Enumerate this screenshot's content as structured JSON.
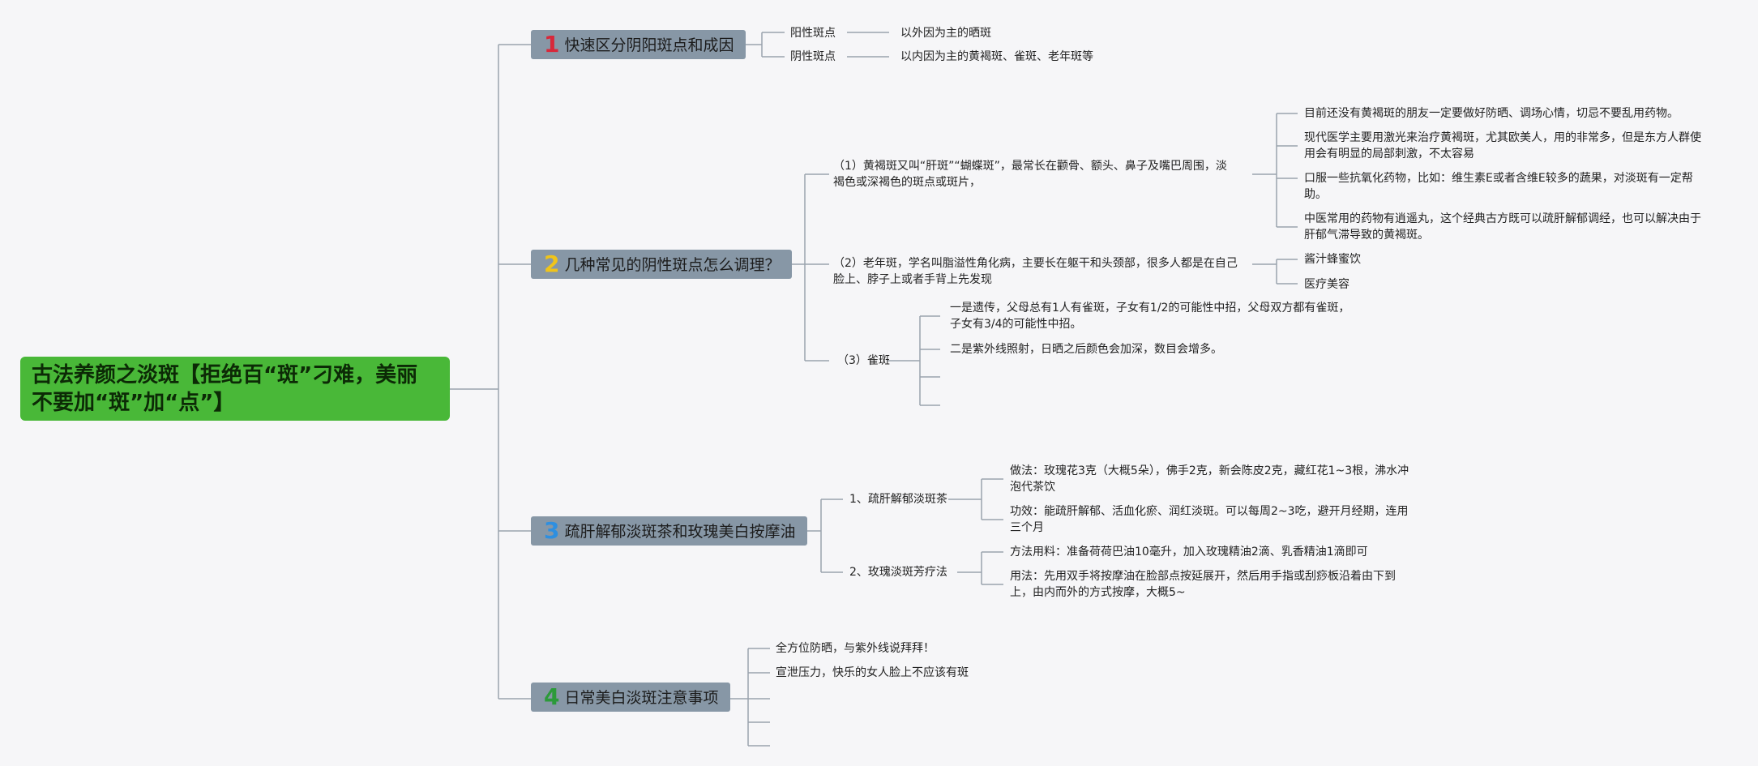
{
  "root": {
    "title": "古法养颜之淡斑【拒绝百“斑”刁难，美丽不要加“斑”加“点”】",
    "color": "#49b838"
  },
  "branches": [
    {
      "num": "1",
      "num_color": "#d8283a",
      "label": "快速区分阴阳斑点和成因",
      "items": [
        {
          "label": "阳性斑点",
          "detail": "以外因为主的晒斑"
        },
        {
          "label": "阴性斑点",
          "detail": "以内因为主的黄褐斑、雀斑、老年斑等"
        }
      ]
    },
    {
      "num": "2",
      "num_color": "#f0c419",
      "label": "几种常见的阴性斑点怎么调理？",
      "items": [
        {
          "label": "（1）黄褐斑又叫“肝斑”“蝴蝶斑”，最常长在颧骨、额头、鼻子及嘴巴周围，淡褐色或深褐色的斑点或斑片，",
          "children": [
            "目前还没有黄褐斑的朋友一定要做好防晒、调场心情，切忌不要乱用药物。",
            "现代医学主要用激光来治疗黄褐斑，尤其欧美人，用的非常多，但是东方人群使用会有明显的局部刺激，不太容易",
            "口服一些抗氧化药物，比如：维生素E或者含维E较多的蔬果，对淡斑有一定帮助。",
            "中医常用的药物有逍遥丸，这个经典古方既可以疏肝解郁调经，也可以解决由于肝郁气滞导致的黄褐斑。"
          ]
        },
        {
          "label": "（2）老年斑，学名叫脂溢性角化病，主要长在躯干和头颈部，很多人都是在自己脸上、脖子上或者手背上先发现",
          "children": [
            "酱汁蜂蜜饮",
            "医疗美容"
          ]
        },
        {
          "label": "（3）雀斑",
          "children": [
            "一是遗传，父母总有1人有雀斑，子女有1/2的可能性中招，父母双方都有雀斑，子女有3/4的可能性中招。",
            "二是紫外线照射，日晒之后颜色会加深，数目会增多。"
          ]
        }
      ]
    },
    {
      "num": "3",
      "num_color": "#2e8fe0",
      "label": "疏肝解郁淡斑茶和玫瑰美白按摩油",
      "items": [
        {
          "label": "1、疏肝解郁淡斑茶",
          "children": [
            "做法：玫瑰花3克（大概5朵），佛手2克，新会陈皮2克，藏红花1~3根，沸水冲泡代茶饮",
            "功效：能疏肝解郁、活血化瘀、润红淡斑。可以每周2~3吃，避开月经期，连用三个月"
          ]
        },
        {
          "label": "2、玫瑰淡斑芳疗法",
          "children": [
            "方法用料：准备荷荷巴油10毫升，加入玫瑰精油2滴、乳香精油1滴即可",
            "用法：先用双手将按摩油在脸部点按延展开，然后用手指或刮痧板沿着由下到上，由内而外的方式按摩，大概5~"
          ]
        }
      ]
    },
    {
      "num": "4",
      "num_color": "#2c9a3a",
      "label": "日常美白淡斑注意事项",
      "items": [
        {
          "label": "全方位防晒，与紫外线说拜拜！"
        },
        {
          "label": "宣泄压力，快乐的女人脸上不应该有斑"
        }
      ]
    }
  ],
  "colors": {
    "line": "#9aa3ad",
    "branch_bg": "#8797a6"
  }
}
